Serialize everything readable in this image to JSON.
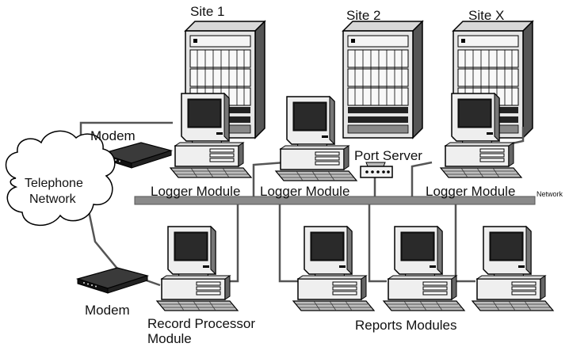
{
  "labels": {
    "site1": "Site 1",
    "site2": "Site 2",
    "sitex": "Site X",
    "modem_top": "Modem",
    "modem_bottom": "Modem",
    "telephone_line1": "Telephone",
    "telephone_line2": "Network",
    "port_server": "Port Server",
    "logger1": "Logger Module",
    "logger2": "Logger Module",
    "logger3": "Logger Module",
    "network": "Network",
    "record_processor_line1": "Record Processor",
    "record_processor_line2": "Module",
    "reports": "Reports Modules"
  }
}
